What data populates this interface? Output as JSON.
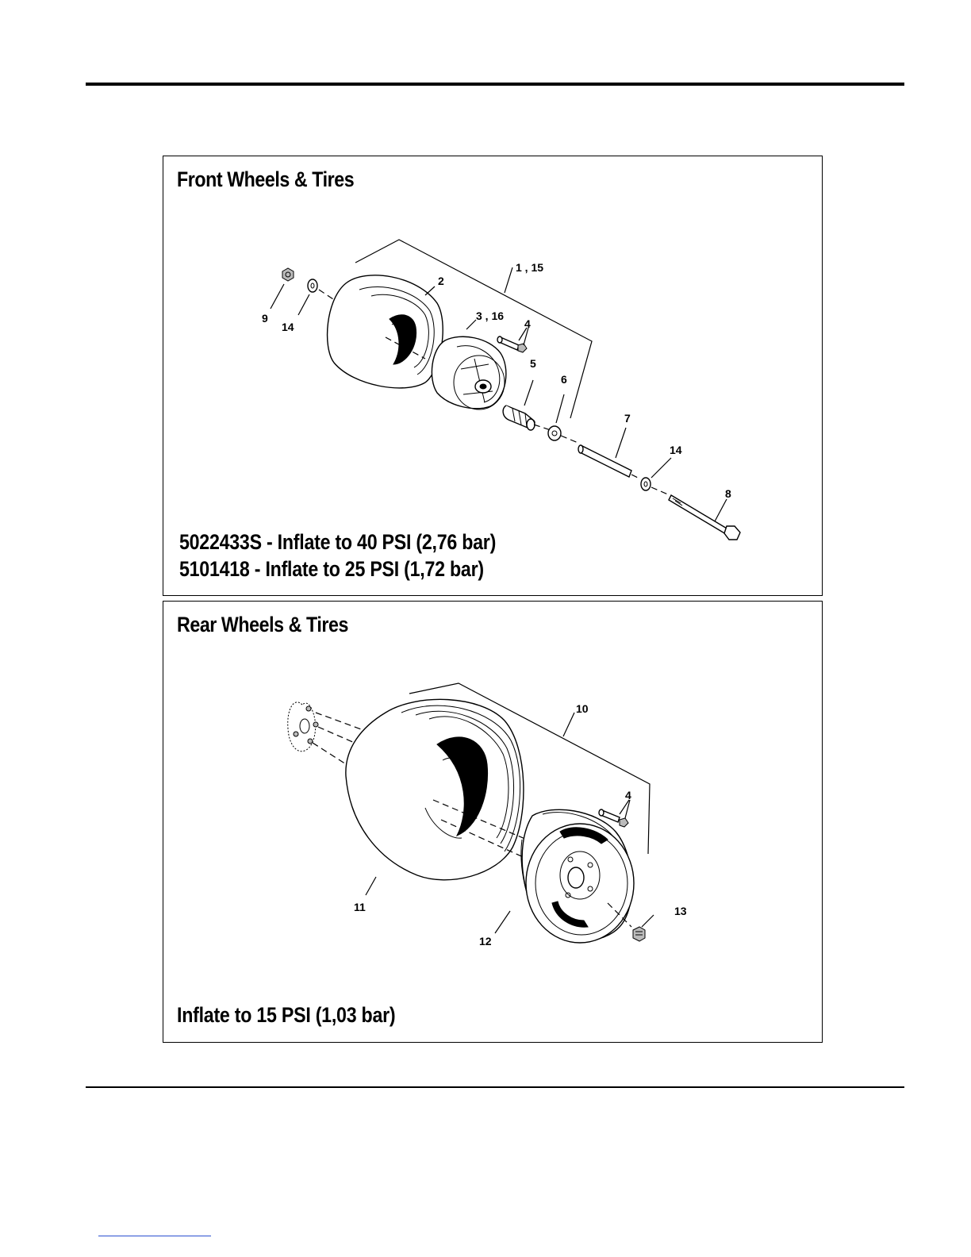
{
  "front": {
    "title": "Front Wheels & Tires",
    "spec_lines": [
      "5022433S - Inflate to 40 PSI (2,76 bar)",
      "5101418 - Inflate to 25 PSI (1,72 bar)"
    ],
    "callouts": [
      "1 , 15",
      "2",
      "3 , 16",
      "4",
      "5",
      "6",
      "7",
      "8",
      "9",
      "14",
      "14"
    ]
  },
  "rear": {
    "title": "Rear Wheels & Tires",
    "spec_line": "Inflate to 15 PSI (1,03 bar)",
    "callouts": [
      "10",
      "4",
      "11",
      "12",
      "13"
    ]
  }
}
